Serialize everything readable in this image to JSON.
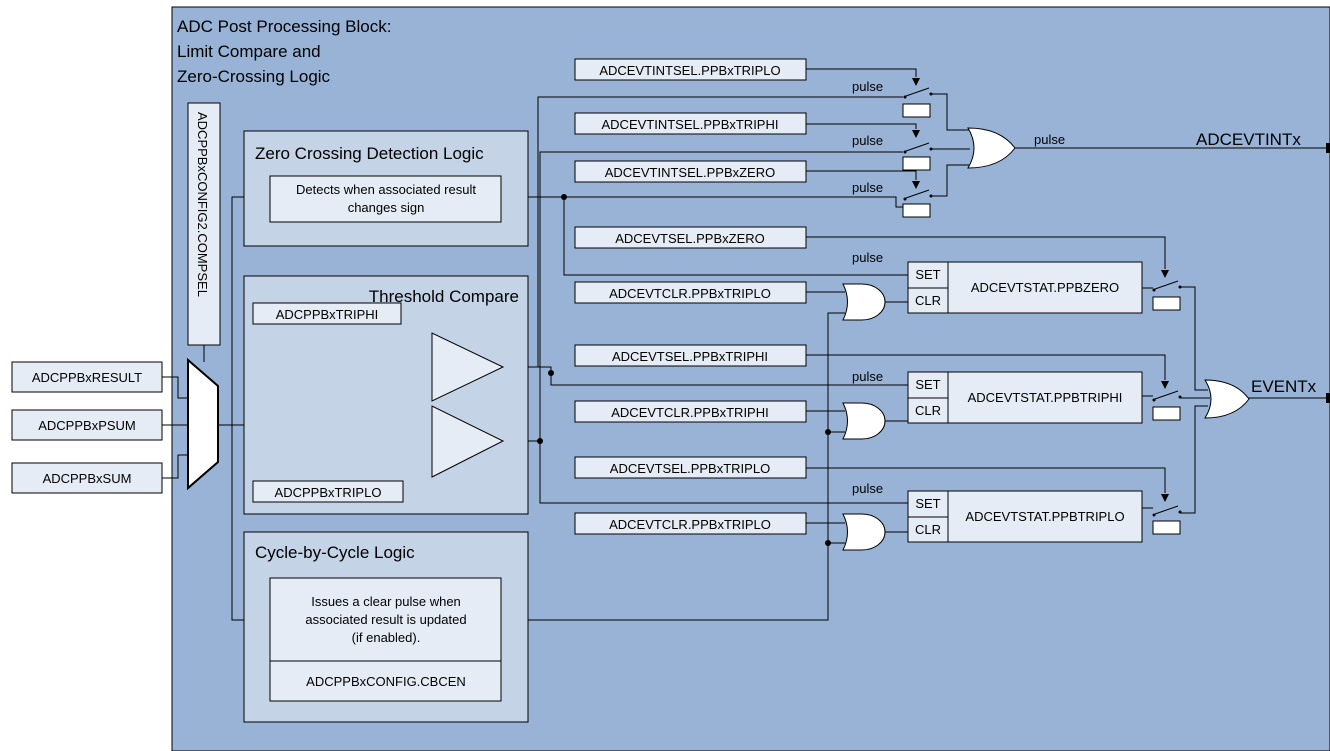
{
  "title_lines": [
    "ADC Post Processing Block:",
    "Limit Compare and",
    "Zero-Crossing Logic"
  ],
  "inputs": [
    "ADCPPBxRESULT",
    "ADCPPBxPSUM",
    "ADCPPBxSUM"
  ],
  "compsel_label": "ADCPPBxCONFIG2.COMPSEL",
  "zero_crossing": {
    "title": "Zero Crossing Detection Logic",
    "desc_lines": [
      "Detects when associated result",
      "changes sign"
    ]
  },
  "threshold": {
    "title": "Threshold Compare",
    "triphi": "ADCPPBxTRIPHI",
    "triplo": "ADCPPBxTRIPLO"
  },
  "cbc": {
    "title": "Cycle-by-Cycle Logic",
    "desc_lines": [
      "Issues a clear pulse when",
      "associated result is updated",
      "(if enabled)."
    ],
    "reg": "ADCPPBxCONFIG.CBCEN"
  },
  "evtint_regs": [
    "ADCEVTINTSEL.PPBxTRIPLO",
    "ADCEVTINTSEL.PPBxTRIPHI",
    "ADCEVTINTSEL.PPBxZERO"
  ],
  "evt_rows": [
    {
      "sel": "ADCEVTSEL.PPBxZERO",
      "clr": "ADCEVTCLR.PPBxTRIPLO",
      "stat": "ADCEVTSTAT.PPBZERO"
    },
    {
      "sel": "ADCEVTSEL.PPBxTRIPHI",
      "clr": "ADCEVTCLR.PPBxTRIPHI",
      "stat": "ADCEVTSTAT.PPBTRIPHI"
    },
    {
      "sel": "ADCEVTSEL.PPBxTRIPLO",
      "clr": "ADCEVTCLR.PPBxTRIPLO",
      "stat": "ADCEVTSTAT.PPBTRIPLO"
    }
  ],
  "pulse_label": "pulse",
  "set_label": "SET",
  "clr_label": "CLR",
  "outputs": {
    "evtint": "ADCEVTINTx",
    "event": "EVENTx"
  },
  "colors": {
    "block_bg": "#98b3d6",
    "panel_bg": "#c4d3e6",
    "box_bg": "#e6ecf5"
  }
}
